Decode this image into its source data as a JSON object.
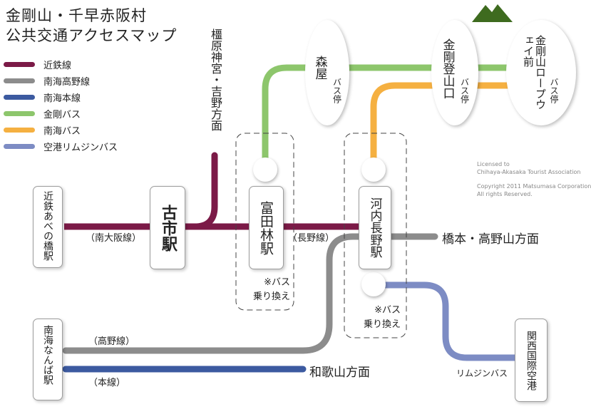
{
  "title": {
    "line1": "金剛山・千早赤阪村",
    "line2": "公共交通アクセスマップ"
  },
  "legend": [
    {
      "label": "近鉄線",
      "color": "#7b1a47"
    },
    {
      "label": "南海高野線",
      "color": "#8c8c8c"
    },
    {
      "label": "南海本線",
      "color": "#3c5aa0"
    },
    {
      "label": "金剛バス",
      "color": "#8dc66c"
    },
    {
      "label": "南海バス",
      "color": "#f5b041"
    },
    {
      "label": "空港リムジンバス",
      "color": "#7d8cc4"
    }
  ],
  "stations": {
    "abeno": "近鉄あべの橋駅",
    "furuichi": "古市駅",
    "tondabayashi": "富田林駅",
    "kawachinagano": "河内長野駅",
    "namba": "南海なんば駅",
    "kix": "関西国際空港"
  },
  "bus_stops": {
    "moriya_name": "森屋",
    "moriya_sub": "バス停",
    "kongo_tozan_name": "金剛登山口",
    "kongo_tozan_sub": "バス停",
    "ropeway_name": "金剛山ロープウェイ前",
    "ropeway_sub": "バス停"
  },
  "destinations": {
    "kashihara": "橿原神宮・吉野方面",
    "hashimoto": "橋本・高野山方面",
    "wakayama": "和歌山方面"
  },
  "line_labels": {
    "minami_osaka": "（南大阪線）",
    "nagano": "（長野線）",
    "koya": "（高野線）",
    "honsen": "（本線）",
    "limousine": "リムジンバス"
  },
  "transfer_notes": {
    "tondabayashi": "※バス\n乗り換え",
    "kawachinagano": "※バス\n乗り換え"
  },
  "copyright": {
    "licensed_to": "Licensed to",
    "association": "Chihaya-Akasaka Tourist Association",
    "copyright_line": "Copyright 2011 Matsumasa Corporation",
    "rights": "All rights Reserved."
  },
  "colors": {
    "kintetsu": "#7b1a47",
    "nankai_koya": "#8c8c8c",
    "nankai_main": "#3c5aa0",
    "kongo_bus": "#8dc66c",
    "nankai_bus": "#f5b041",
    "limousine": "#7d8cc4",
    "mountain": "#3e6b1f"
  }
}
